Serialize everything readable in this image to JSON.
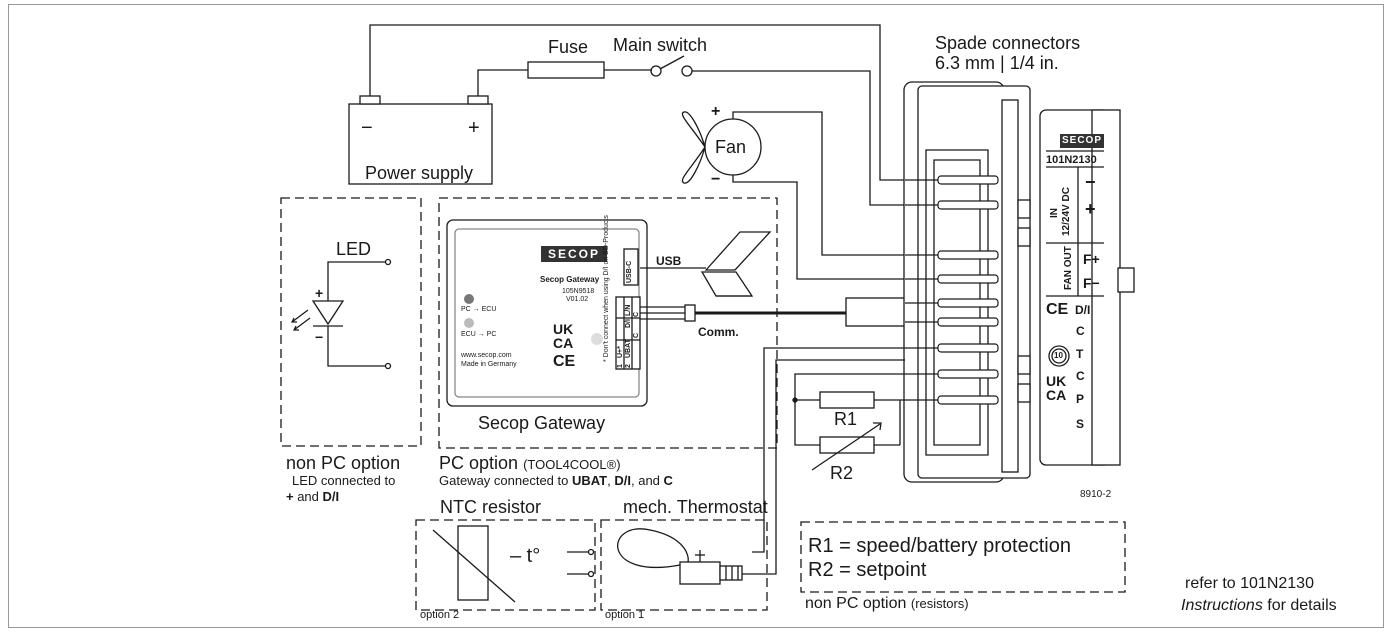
{
  "power": {
    "fuse": "Fuse",
    "main_switch": "Main switch",
    "minus": "−",
    "plus": "+",
    "power_supply": "Power supply"
  },
  "spade": {
    "line1": "Spade connectors",
    "line2": "6.3 mm | 1/4 in."
  },
  "fan": {
    "label": "Fan",
    "plus": "+",
    "minus": "−"
  },
  "led": {
    "label": "LED",
    "plus": "+",
    "minus": "−"
  },
  "gateway": {
    "brand": "SECOP",
    "name": "Secop Gateway",
    "part": "105N9518",
    "version": "V01.02",
    "pc_ecu": "PC → ECU",
    "ecu_pc": "ECU → PC",
    "website": "www.secop.com",
    "made_in": "Made in Germany",
    "ukca_top": "UK",
    "ukca_bottom": "CA",
    "ce": "CE",
    "usb_c": "USB-C",
    "pin_c": "C",
    "pin_di": "D/I",
    "pin_dc": "C",
    "pin_ln": "L/N",
    "pin_u1": "1",
    "pin_u1_label": "U+*",
    "pin_u2": "2",
    "pin_u2_label": "UBAT",
    "note": "* Don't connect when using D/I on BD-Products",
    "caption": "Secop Gateway"
  },
  "links": {
    "usb": "USB",
    "comm": "Comm."
  },
  "options": {
    "non_pc_title": "non PC option",
    "non_pc_line1": "LED connected to",
    "non_pc_line2_a": "+",
    "non_pc_line2_b": " and ",
    "non_pc_line2_c": "D/I",
    "pc_title": "PC option",
    "pc_title_sub": "(TOOL4COOL®)",
    "pc_line_a": "Gateway connected to ",
    "pc_line_ubat": "UBAT",
    "pc_line_b": ", ",
    "pc_line_di": "D/I",
    "pc_line_c": ", and ",
    "pc_line_cc": "C"
  },
  "sensors": {
    "ntc": "NTC resistor",
    "ntc_temp": "– t°",
    "option2": "option 2",
    "thermostat": "mech. Thermostat",
    "option1": "option 1"
  },
  "resistors": {
    "r1": "R1",
    "r2": "R2",
    "legend_r1": "R1 = speed/battery protection",
    "legend_r2": "R2 = setpoint",
    "caption": "non PC option",
    "caption_sub": "(resistors)"
  },
  "unit": {
    "brand": "SECOP",
    "model": "101N2130",
    "in_label": "IN",
    "voltage": "12/24V DC",
    "minus": "−",
    "plus": "+",
    "fan_out": "FAN OUT",
    "f_plus": "F+",
    "f_minus": "F−",
    "ce": "CE",
    "di": "D/I",
    "c1": "C",
    "t": "T",
    "c2": "C",
    "p": "P",
    "s": "S",
    "ukca_top": "UK",
    "ukca_bottom": "CA",
    "ten": "10"
  },
  "figure_code": "8910-2",
  "refer": {
    "line1": "refer to 101N2130",
    "line2_it": "Instructions",
    "line2_rest": " for details"
  }
}
